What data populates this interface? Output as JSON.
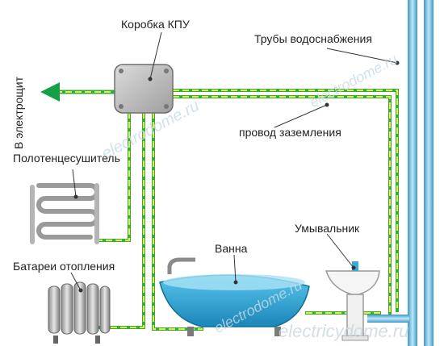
{
  "labels": {
    "box": "Коробка КПУ",
    "water_pipes": "Трубы водоснабжения",
    "to_panel": "В электрощит",
    "ground_wire": "провод заземления",
    "towel_dryer": "Полотенцесушитель",
    "radiators": "Батареи отопления",
    "bathtub": "Ванна",
    "sink": "Умывальник"
  },
  "watermark": {
    "site": "electricydome.ru",
    "site_alt": "electrodome.ru"
  },
  "colors": {
    "wire_stripe": "#f2e34a",
    "wire_base": "#2fae3a",
    "arrow": "#15a046",
    "pipe": "#3a98c9",
    "bathtub": "#2aa6d6",
    "box": "#bdbdbd"
  },
  "icons": [
    "junction-box-icon",
    "towel-dryer-icon",
    "radiator-icon",
    "bathtub-icon",
    "sink-icon",
    "arrow-left-icon"
  ]
}
